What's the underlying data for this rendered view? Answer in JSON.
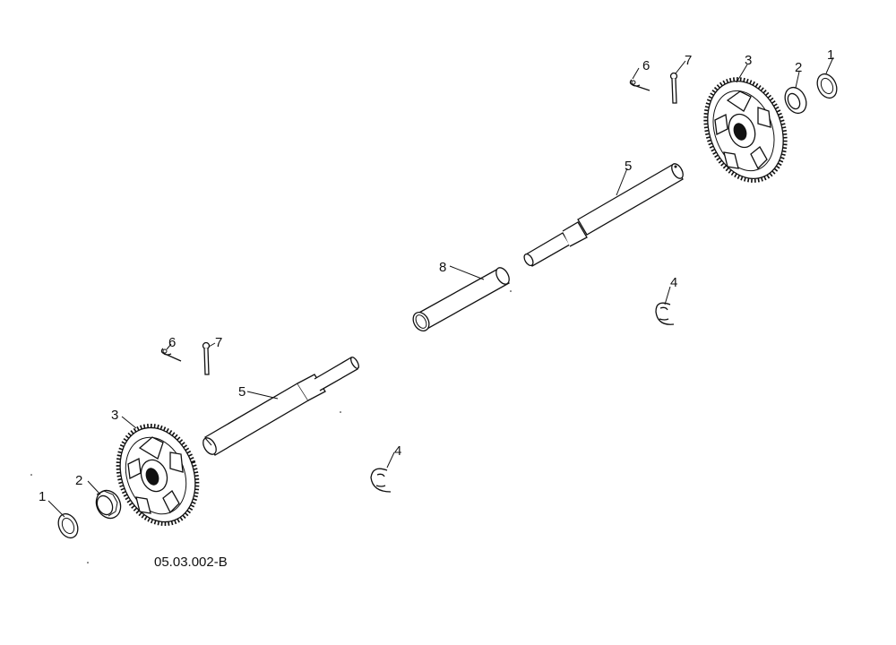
{
  "diagram": {
    "code": "05.03.002-B",
    "callouts": {
      "c1_left": "1",
      "c2_left": "2",
      "c3_left": "3",
      "c5_left": "5",
      "c6_left": "6",
      "c7_left": "7",
      "c4_left": "4",
      "c8_center": "8",
      "c5_right": "5",
      "c4_right": "4",
      "c6_right": "6",
      "c7_right": "7",
      "c3_right": "3",
      "c2_right": "2",
      "c1_right": "1"
    }
  }
}
